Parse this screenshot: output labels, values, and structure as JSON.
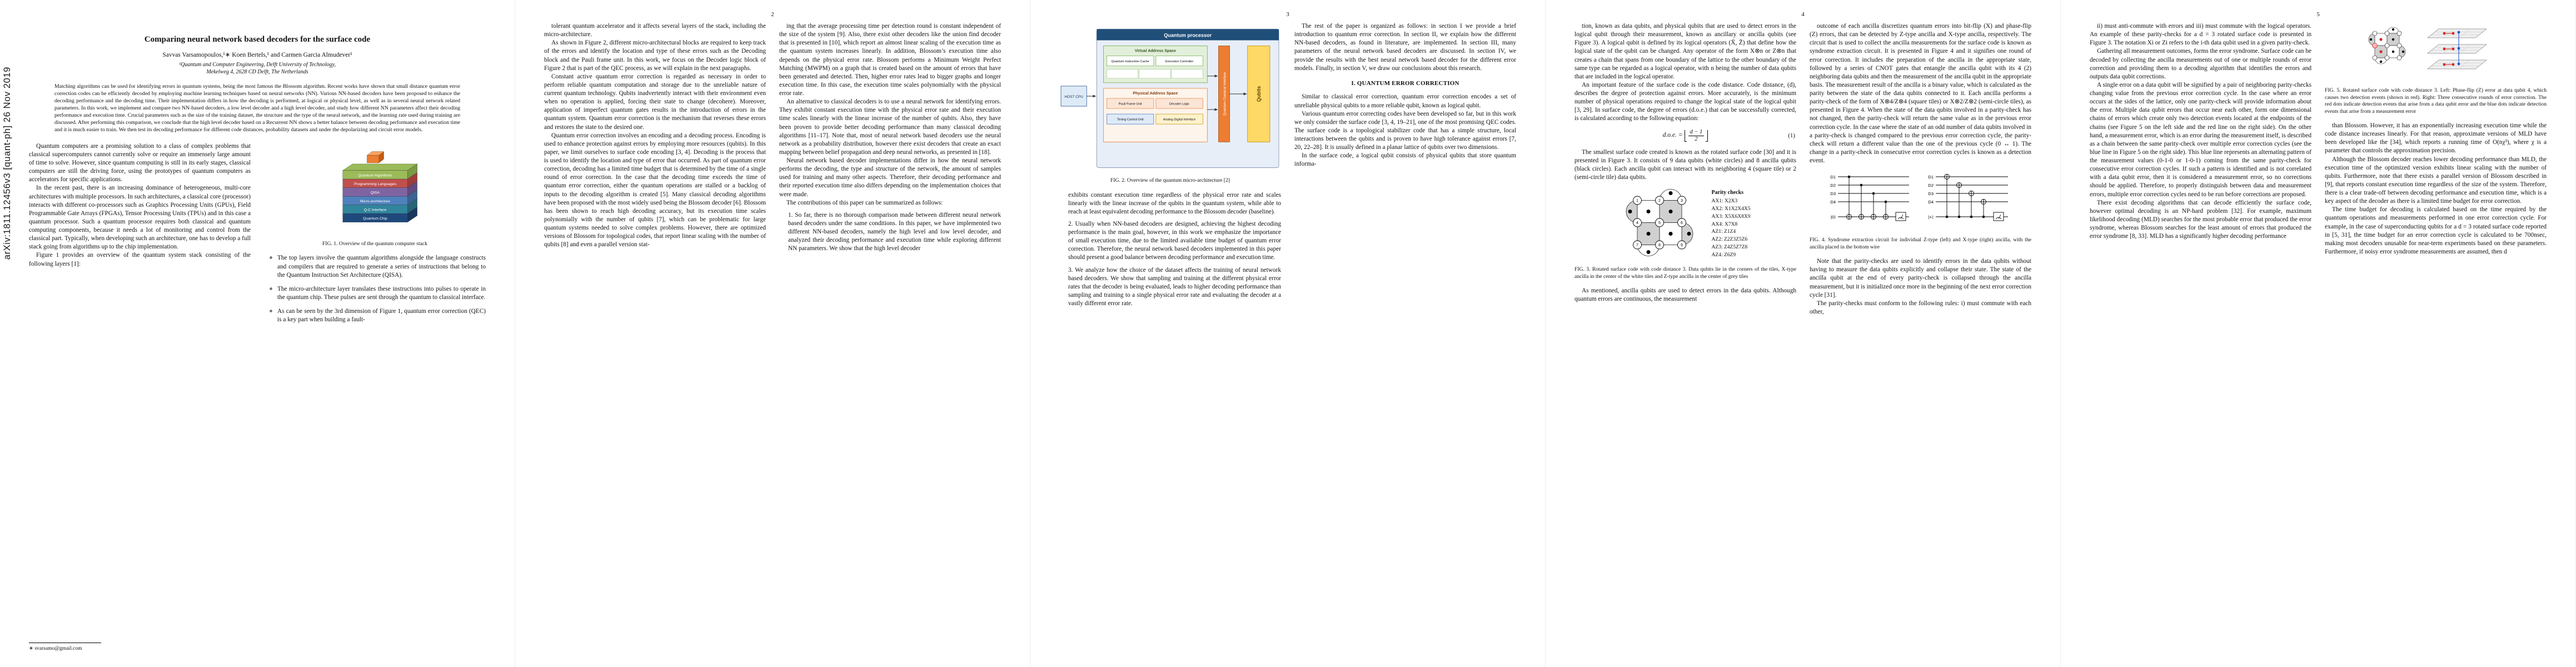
{
  "meta": {
    "arxiv": "arXiv:1811.12456v3  [quant-ph]  26 Nov 2019",
    "pages": {
      "p2": "2",
      "p3": "3",
      "p4": "4",
      "p5": "5"
    }
  },
  "front": {
    "title": "Comparing neural network based decoders for the surface code",
    "authors": "Savvas Varsamopoulos,¹∗ Koen Bertels,¹ and Carmen Garcia Almudever¹",
    "affil1": "¹Quantum and Computer Engineering, Delft University of Technology,",
    "affil2": "Mekelweg 4, 2628 CD Delft, The Netherlands",
    "abstract": "Matching algorithms can be used for identifying errors in quantum systems, being the most famous the Blossom algorithm. Recent works have shown that small distance quantum error correction codes can be efficiently decoded by employing machine learning techniques based on neural networks (NN). Various NN-based decoders have been proposed to enhance the decoding performance and the decoding time. Their implementation differs in how the decoding is performed, at logical or physical level, as well as in several neural network related parameters. In this work, we implement and compare two NN-based decoders, a low level decoder and a high level decoder, and study how different NN parameters affect their decoding performance and execution time. Crucial parameters such as the size of the training dataset, the structure and the type of the neural network, and the learning rate used during training are discussed. After performing this comparison, we conclude that the high level decoder based on a Recurrent NN shows a better balance between decoding performance and execution time and it is much easier to train. We then test its decoding performance for different code distances, probability datasets and under the depolarizing and circuit error models.",
    "footnote": "∗ svarsamo@gmail.com"
  },
  "p1": {
    "col1": [
      "Quantum computers are a promising solution to a class of complex problems that classical supercomputers cannot currently solve or require an immensely large amount of time to solve. However, since quantum computing is still in its early stages, classical computers are still the driving force, using the prototypes of quantum computers as accelerators for specific applications.",
      "In the recent past, there is an increasing dominance of heterogeneous, multi-core architectures with multiple processors. In such architectures, a classical core (processor) interacts with different co-processors such as Graphics Processing Units (GPUs), Field Programmable Gate Arrays (FPGAs), Tensor Processing Units (TPUs) and in this case a quantum processor. Such a quantum processor requires both classical and quantum computing components, because it needs a lot of monitoring and control from the classical part. Typically, when developing such an architecture, one has to develop a full stack going from algorithms up to the chip implementation.",
      "Figure 1 provides an overview of the quantum system stack consisting of the following layers [1]:"
    ],
    "bullets": [
      "The top layers involve the quantum algorithms alongside the language constructs and compilers that are required to generate a series of instructions that belong to the Quantum Instruction Set Architecture (QISA).",
      "The micro-architecture layer translates these instructions into pulses to operate in the quantum chip. These pulses are sent through the quantum to classical interface.",
      "As can be seen by the 3rd dimension of Figure 1, quantum error correction (QEC) is a key part when building a fault-"
    ]
  },
  "p2": {
    "col1": [
      "tolerant quantum accelerator and it affects several layers of the stack, including the micro-architecture.",
      "As shown in Figure 2, different micro-architectural blocks are required to keep track of the errors and identify the location and type of these errors such as the Decoding block and the Pauli frame unit. In this work, we focus on the Decoder logic block of Figure 2 that is part of the QEC process, as we will explain in the next paragraphs.",
      "Constant active quantum error correction is regarded as necessary in order to perform reliable quantum computation and storage due to the unreliable nature of current quantum technology. Qubits inadvertently interact with their environment even when no operation is applied, forcing their state to change (decohere). Moreover, application of imperfect quantum gates results in the introduction of errors in the quantum system. Quantum error correction is the mechanism that reverses these errors and restores the state to the desired one.",
      "Quantum error correction involves an encoding and a decoding process. Encoding is used to enhance protection against errors by employing more resources (qubits). In this paper, we limit ourselves to surface code encoding [3, 4]. Decoding is the process that is used to identify the location and type of error that occurred. As part of quantum error correction, decoding has a limited time budget that is determined by the time of a single round of error correction. In the case that the decoding time exceeds the time of quantum error correction, either the quantum operations are stalled or a backlog of inputs to the decoding algorithm is created [5]. Many classical decoding algorithms have been proposed with the most widely used being the Blossom decoder [6]. Blossom has been shown to reach high decoding accuracy, but its execution time scales polynomially with the number of qubits [7], which can be problematic for large quantum systems needed to solve complex problems. However, there are optimized versions of Blossom for topological codes, that report linear scaling with the number of qubits [8] and even a parallel version stat-"
    ],
    "col2": [
      "ing that the average processing time per detection round is constant independent of the size of the system [9]. Also, there exist other decoders like the union find decoder that is presented in [10], which report an almost linear scaling of the execution time as the quantum system increases linearly. In addition, Blossom’s execution time also depends on the physical error rate. Blossom performs a Minimum Weight Perfect Matching (MWPM) on a graph that is created based on the amount of errors that have been generated and detected. Then, higher error rates lead to bigger graphs and longer execution time. In this case, the execution time scales polynomially with the physical error rate.",
      "An alternative to classical decoders is to use a neural network for identifying errors. They exhibit constant execution time with the physical error rate and their execution time scales linearly with the linear increase of the number of qubits. Also, they have been proven to provide better decoding performance than many classical decoding algorithms [11–17]. Note that, most of neural network based decoders use the neural network as a probability distribution, however there exist decoders that create an exact mapping between belief propagation and deep neural networks, as presented in [18].",
      "Neural network based decoder implementations differ in how the neural network performs the decoding, the type and structure of the network, the amount of samples used for training and many other aspects. Therefore, their decoding performance and their reported execution time also differs depending on the implementation choices that were made.",
      "The contributions of this paper can be summarized as follows:"
    ],
    "item1": "1. So far, there is no thorough comparison made between different neural network based decoders under the same conditions. In this paper, we have implemented two different NN-based decoders, namely the high level and low level decoder, and analyzed their decoding performance and execution time while exploring different NN parameters. We show that the high level decoder"
  },
  "p3": {
    "cont1": "exhibits constant execution time regardless of the physical error rate and scales linearly with the linear increase of the qubits in the quantum system, while able to reach at least equivalent decoding performance to the Blossom decoder (baseline).",
    "items": [
      "2. Usually when NN-based decoders are designed, achieving the highest decoding performance is the main goal, however, in this work we emphasize the importance of small execution time, due to the limited available time budget of quantum error correction. Therefore, the neural network based decoders implemented in this paper should present a good balance between decoding performance and execution time.",
      "3. We analyze how the choice of the dataset affects the training of neural network based decoders. We show that sampling and training at the different physical error rates that the decoder is being evaluated, leads to higher decoding performance than sampling and training to a single physical error rate and evaluating the decoder at a vastly different error rate."
    ],
    "col2": [
      "The rest of the paper is organized as follows: in section I we provide a brief introduction to quantum error correction. In section II, we explain how the different NN-based decoders, as found in literature, are implemented. In section III, many parameters of the neural network based decoders are discussed. In section IV, we provide the results with the best neural network based decoder for the different error models. Finally, in section V, we draw our conclusions about this research."
    ],
    "section": "I. QUANTUM ERROR CORRECTION",
    "col2b": [
      "Similar to classical error correction, quantum error correction encodes a set of unreliable physical qubits to a more reliable qubit, known as logical qubit.",
      "Various quantum error correcting codes have been developed so far, but in this work we only consider the surface code [3, 4, 19–21], one of the most promising QEC codes. The surface code is a topological stabilizer code that has a simple structure, local interactions between the qubits and is proven to have high tolerance against errors [7, 20, 22–28]. It is usually defined in a planar lattice of qubits over two dimensions.",
      "In the surface code, a logical qubit consists of physical qubits that store quantum informa-"
    ]
  },
  "p4": {
    "col1": [
      "tion, known as data qubits, and physical qubits that are used to detect errors in the logical qubit through their measurement, known as ancillary or ancilla qubits (see Figure 3). A logical qubit is defined by its logical operators (X̄, Z̄) that define how the logical state of the qubit can be changed. Any operator of the form X⊗n or Z⊗n that creates a chain that spans from one boundary of the lattice to the other boundary of the same type can be regarded as a logical operator, with n being the number of data qubits that are included in the logical operator.",
      "An important feature of the surface code is the code distance. Code distance, (d), describes the degree of protection against errors. More accurately, is the minimum number of physical operations required to change the logical state of the logical qubit [3, 29]. In surface code, the degree of errors (d.o.e.) that can be successfully corrected, is calculated according to the following equation:"
    ],
    "eq": {
      "lhs": "d.o.e.  =",
      "num": "d − 1",
      "den": "2",
      "no": "(1)"
    },
    "col1b": [
      "The smallest surface code created is known as the rotated surface code [30] and it is presented in Figure 3. It consists of 9 data qubits (white circles) and 8 ancilla qubits (black circles). Each ancilla qubit can interact with its neighboring 4 (square tile) or 2 (semi-circle tile) data qubits."
    ],
    "col1c": [
      "As mentioned, ancilla qubits are used to detect errors in the data qubits. Although quantum errors are continuous, the measurement"
    ],
    "col2": [
      "outcome of each ancilla discretizes quantum errors into bit-flip (X) and phase-flip (Z) errors, that can be detected by Z-type ancilla and X-type ancilla, respectively. The circuit that is used to collect the ancilla measurements for the surface code is known as syndrome extraction circuit. It is presented in Figure 4 and it signifies one round of error correction. It includes the preparation of the ancilla in the appropriate state, followed by a series of CNOT gates that entangle the ancilla qubit with its 4 (2) neighboring data qubits and then the measurement of the ancilla qubit in the appropriate basis. The measurement result of the ancilla is a binary value, which is calculated as the parity between the state of the data qubits connected to it. Each ancilla performs a parity-check of the form of X⊗4/Z⊗4 (square tiles) or X⊗2/Z⊗2 (semi-circle tiles), as presented in Figure 4. When the state of the data qubits involved in a parity-check has not changed, then the parity-check will return the same value as in the previous error correction cycle. In the case where the state of an odd number of data qubits involved in a parity-check is changed compared to the previous error correction cycle, the parity-check will return a different value than the one of the previous cycle (0 ↔ 1). The change in a parity-check in consecutive error correction cycles is known as a detection event."
    ],
    "col2b": [
      "Note that the parity-checks are used to identify errors in the data qubits without having to measure the data qubits explicitly and collapse their state. The state of the ancilla qubit at the end of every parity-check is collapsed through the ancilla measurement, but it is initialized once more in the beginning of the next error correction cycle [31].",
      "The parity-checks must conform to the following rules: i) must commute with each other,"
    ]
  },
  "p5": {
    "col1": [
      "ii) must anti-commute with errors and iii) must commute with the logical operators. An example of these parity-checks for a d = 3 rotated surface code is presented in Figure 3. The notation Xi or Zi refers to the i-th data qubit used in a given parity-check.",
      "Gathering all measurement outcomes, forms the error syndrome. Surface code can be decoded by collecting the ancilla measurements out of one or multiple rounds of error correction and providing them to a decoding algorithm that identifies the errors and outputs data qubit corrections.",
      "A single error on a data qubit will be signified by a pair of neighboring parity-checks changing value from the previous error correction cycle. In the case where an error occurs at the sides of the lattice, only one parity-check will provide information about the error. Multiple data qubit errors that occur near each other, form one dimensional chains of errors which create only two detection events located at the endpoints of the chains (see Figure 5 on the left side and the red line on the right side). On the other hand, a measurement error, which is an error during the measurement itself, is described as a chain between the same parity-check over multiple error correction cycles (see the blue line in Figure 5 on the right side). This blue line represents an alternating pattern of the measurement values (0-1-0 or 1-0-1) coming from the same parity-check for consecutive error correction cycles. If such a pattern is identified and is not correlated with a data qubit error, then it is considered a measurement error, so no corrections should be applied. Therefore, to properly distinguish between data and measurement errors, multiple error correction cycles need to be run before corrections are proposed.",
      "There exist decoding algorithms that can decode efficiently the surface code, however optimal decoding is an NP-hard problem [32]. For example, maximum likelihood decoding (MLD) searches for the most probable error that produced the error syndrome, whereas Blossom searches for the least amount of errors that produced the error syndrome [8, 33]. MLD has a significantly higher decoding performance"
    ],
    "col2": [
      "than Blossom. However, it has an exponentially increasing execution time while the code distance increases linearly. For that reason, approximate versions of MLD have been developed like the [34], which reports a running time of O(nχ³), where χ is a parameter that controls the approximation precision.",
      "Although the Blossom decoder reaches lower decoding performance than MLD, the execution time of the optimized version exhibits linear scaling with the number of qubits. Furthermore, note that there exists a parallel version of Blossom described in [9], that reports constant execution time regardless of the size of the system. Therefore, there is a clear trade-off between decoding performance and execution time, which is a key aspect of the decoder as there is a limited time budget for error correction.",
      "The time budget for decoding is calculated based on the time required by the quantum operations and measurements performed in one error correction cycle. For example, in the case of superconducting qubits for a d = 3 rotated surface code reported in [5, 31], the time budget for an error correction cycle is calculated to be 700nsec, making most decoders unusable for near-term experiments based on these parameters. Furthermore, if noisy error syndrome measurements are assumed, then d"
    ]
  },
  "figs": {
    "fig1": {
      "caption": "FIG. 1. Overview of the quantum computer stack",
      "layers": [
        "Quantum Algorithms",
        "Programming Languages",
        "QISA",
        "Micro-architecture",
        "Q-C Interface",
        "Quantum Chip"
      ]
    },
    "fig2": {
      "caption": "FIG. 2. Overview of the quantum micro-architecture [2]",
      "host": "HOST CPU",
      "title": "Quantum processor",
      "vas": "Virtual Address Space",
      "pas": "Physical Address Space",
      "qci": "Quantum-Classical Interface",
      "qubits": "Qubits",
      "b1": "Quantum Instruction Cache",
      "b2": "Execution Controller",
      "b3": "Pauli Frame Unit",
      "b4": "Decoder Logic",
      "b5": "Timing Control Unit",
      "b6": "Analog-Digital Interface"
    },
    "fig3": {
      "caption": "FIG. 3. Rotated surface code with code distance 3. Data qubits lie in the corners of the tiles, X-type ancilla in the center of the white tiles and Z-type ancilla in the center of grey tiles",
      "parity_title": "Parity checks",
      "checks": [
        "AX1: X2X3",
        "AX2: X1X2X4X5",
        "AX3: X5X6X8X9",
        "AX4: X7X8",
        "AZ1: Z1Z4",
        "AZ2: Z2Z3Z5Z6",
        "AZ3: Z4Z5Z7Z8",
        "AZ4: Z6Z9"
      ],
      "dq": [
        "1",
        "2",
        "3",
        "4",
        "5",
        "6",
        "7",
        "8",
        "9"
      ]
    },
    "fig4": {
      "caption": "FIG. 4. Syndrome extraction circuit for individual Z-type (left) and X-type (right) ancilla, with the ancilla placed in the bottom wire",
      "d": [
        "D1",
        "D2",
        "D3",
        "D4"
      ],
      "anc_z": "|0⟩",
      "anc_x": "|+⟩"
    },
    "fig5": {
      "caption": "FIG. 5. Rotated surface code with code distance 3. Left: Phase-flip (Z) error at data qubit 4, which causes two detection events (shown in red). Right: Three consecutive rounds of error correction. The red dots indicate detection events that arise from a data qubit error and the blue dots indicate detection events that arise from a measurement error"
    }
  }
}
